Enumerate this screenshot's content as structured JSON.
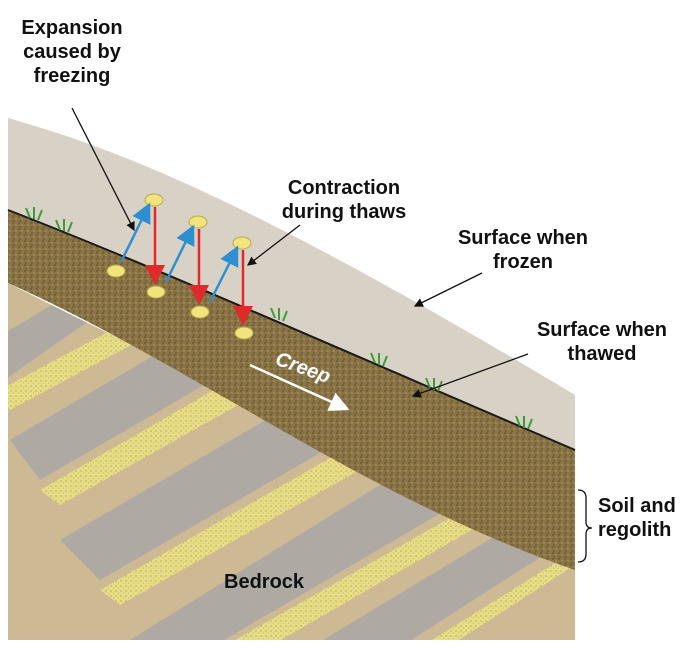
{
  "labels": {
    "expansion_line1": "Expansion",
    "expansion_line2": "caused by",
    "expansion_line3": "freezing",
    "contraction_line1": "Contraction",
    "contraction_line2": "during thaws",
    "frozen_line1": "Surface when",
    "frozen_line2": "frozen",
    "thawed_line1": "Surface when",
    "thawed_line2": "thawed",
    "creep": "Creep",
    "soil_line1": "Soil and",
    "soil_line2": "regolith",
    "bedrock": "Bedrock"
  },
  "colors": {
    "frozen_layer": "#d8d2c6",
    "soil_layer": "#8a7446",
    "bedrock_tan": "#cdb994",
    "bedrock_gray": "#aeaaa3",
    "bedrock_yellow": "#e6dd86",
    "expansion_arrow": "#2e8fd0",
    "contraction_arrow": "#e02a2a",
    "grass": "#3f9a3c",
    "particle": "#f2e47c"
  }
}
